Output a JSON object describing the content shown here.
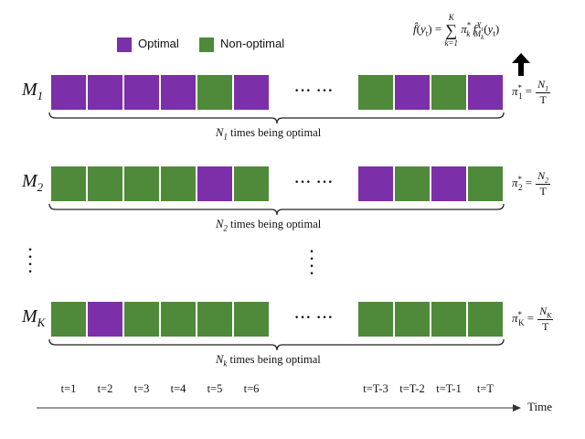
{
  "colors": {
    "optimal": "#7b2fa8",
    "nonoptimal": "#4f8a3a"
  },
  "legend": {
    "optimal_label": "Optimal",
    "nonoptimal_label": "Non-optimal"
  },
  "formula": {
    "lhs": "f̂(y",
    "lhs_sub": "t",
    "rhs_text": ") = ∑ π",
    "sum_top": "K",
    "sum_bottom": "k=1",
    "tail": "f",
    "tail_sup": "X",
    "tail_sub": "M",
    "end": "(y"
  },
  "dots": "··· ···",
  "rows": [
    {
      "label": "M",
      "sub": "1",
      "left_cells": [
        "o",
        "o",
        "o",
        "o",
        "n",
        "o"
      ],
      "right_cells": [
        "n",
        "o",
        "n",
        "o"
      ],
      "brace_text": "N",
      "brace_sub": "1",
      "brace_suffix": " times being optimal",
      "pi_label": "π",
      "pi_sub": "1",
      "pi_num": "N",
      "pi_num_sub": "1",
      "pi_den": "T"
    },
    {
      "label": "M",
      "sub": "2",
      "left_cells": [
        "n",
        "n",
        "n",
        "n",
        "o",
        "n"
      ],
      "right_cells": [
        "o",
        "n",
        "o",
        "n"
      ],
      "brace_text": "N",
      "brace_sub": "2",
      "brace_suffix": " times being optimal",
      "pi_label": "π",
      "pi_sub": "2",
      "pi_num": "N",
      "pi_num_sub": "2",
      "pi_den": "T"
    },
    {
      "label": "M",
      "sub": "K",
      "left_cells": [
        "n",
        "o",
        "n",
        "n",
        "n",
        "n"
      ],
      "right_cells": [
        "n",
        "n",
        "n",
        "n"
      ],
      "brace_text": "N",
      "brace_sub": "k",
      "brace_suffix": " times being optimal",
      "pi_label": "π",
      "pi_sub": "K",
      "pi_num": "N",
      "pi_num_sub": "K",
      "pi_den": "T"
    }
  ],
  "time_labels_left": [
    "t=1",
    "t=2",
    "t=3",
    "t=4",
    "t=5",
    "t=6"
  ],
  "time_labels_right": [
    "t=T-3",
    "t=T-2",
    "t=T-1",
    "t=T"
  ],
  "time_axis_label": "Time"
}
